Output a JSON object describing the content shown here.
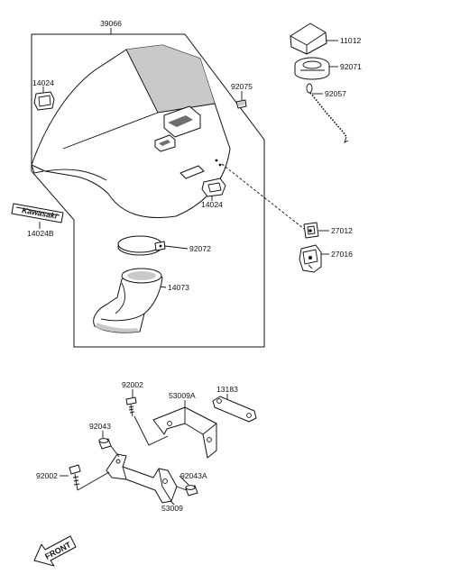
{
  "callouts": {
    "p39066": "39066",
    "p11012": "11012",
    "p92071": "92071",
    "p92057": "92057",
    "p92075": "92075",
    "p14024_top": "14024",
    "p14024_bottom": "14024",
    "p14024b": "14024B",
    "p27012": "27012",
    "p27016": "27016",
    "p92072": "92072",
    "p14073": "14073",
    "p92002_top": "92002",
    "p53009a": "53009A",
    "p13183": "13183",
    "p92043": "92043",
    "p92002_left": "92002",
    "p92043a": "92043A",
    "p53009": "53009"
  },
  "emblem": {
    "brand": "Kawasaki"
  },
  "front_arrow": {
    "label": "FRONT"
  },
  "colors": {
    "ink": "#111111",
    "shade": "#c9c9c9",
    "paper": "#ffffff"
  }
}
